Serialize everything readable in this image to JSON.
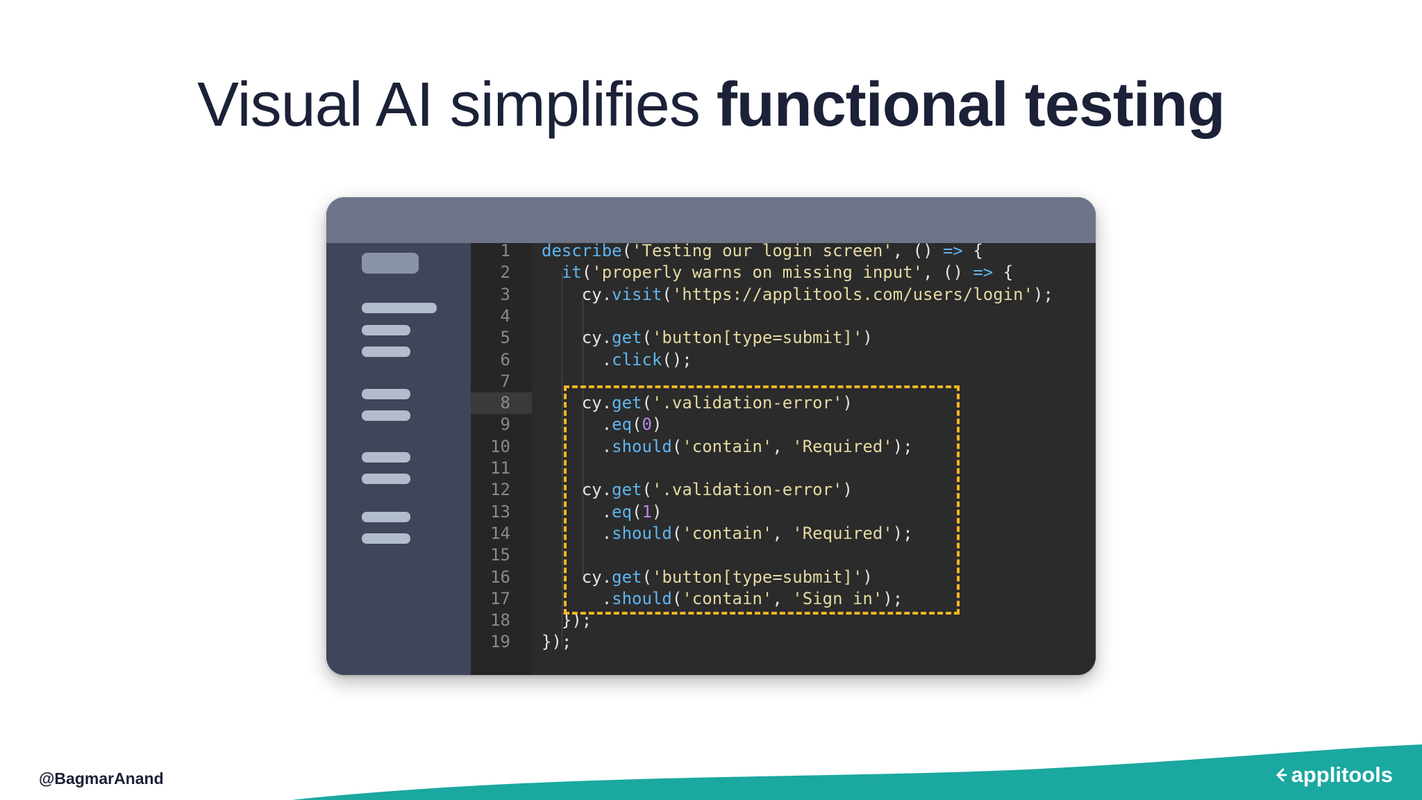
{
  "slide": {
    "title_light": "Visual AI simplifies ",
    "title_bold": "functional testing",
    "handle": "@BagmarAnand",
    "brand": "applitools"
  },
  "colors": {
    "title": "#1b2137",
    "highlight": "#f5b623",
    "wave": "#1aa8a0",
    "keyword": "#5fb5ef",
    "string": "#e5d9a2",
    "number": "#b58ae8"
  },
  "editor": {
    "current_line": 8,
    "lines": [
      {
        "n": "1",
        "tokens": [
          [
            "kw",
            "describe"
          ],
          [
            "p",
            "("
          ],
          [
            "s",
            "'Testing our login screen'"
          ],
          [
            "p",
            ", () "
          ],
          [
            "a",
            "=>"
          ],
          [
            "p",
            " {"
          ]
        ]
      },
      {
        "n": "2",
        "tokens": [
          [
            "p",
            "  "
          ],
          [
            "kw",
            "it"
          ],
          [
            "p",
            "("
          ],
          [
            "s",
            "'properly warns on missing input'"
          ],
          [
            "p",
            ", () "
          ],
          [
            "a",
            "=>"
          ],
          [
            "p",
            " {"
          ]
        ]
      },
      {
        "n": "3",
        "tokens": [
          [
            "p",
            "    cy."
          ],
          [
            "kw",
            "visit"
          ],
          [
            "p",
            "("
          ],
          [
            "s",
            "'https://applitools.com/users/login'"
          ],
          [
            "p",
            ");"
          ]
        ]
      },
      {
        "n": "4",
        "tokens": []
      },
      {
        "n": "5",
        "tokens": [
          [
            "p",
            "    cy."
          ],
          [
            "kw",
            "get"
          ],
          [
            "p",
            "("
          ],
          [
            "s",
            "'button[type=submit]'"
          ],
          [
            "p",
            ")"
          ]
        ]
      },
      {
        "n": "6",
        "tokens": [
          [
            "p",
            "      ."
          ],
          [
            "kw",
            "click"
          ],
          [
            "p",
            "();"
          ]
        ]
      },
      {
        "n": "7",
        "tokens": []
      },
      {
        "n": "8",
        "tokens": [
          [
            "p",
            "    cy."
          ],
          [
            "kw",
            "get"
          ],
          [
            "p",
            "("
          ],
          [
            "s",
            "'.validation-error'"
          ],
          [
            "p",
            ")"
          ]
        ]
      },
      {
        "n": "9",
        "tokens": [
          [
            "p",
            "      ."
          ],
          [
            "kw",
            "eq"
          ],
          [
            "p",
            "("
          ],
          [
            "num",
            "0"
          ],
          [
            "p",
            ")"
          ]
        ]
      },
      {
        "n": "10",
        "tokens": [
          [
            "p",
            "      ."
          ],
          [
            "kw",
            "should"
          ],
          [
            "p",
            "("
          ],
          [
            "s",
            "'contain'"
          ],
          [
            "p",
            ", "
          ],
          [
            "s",
            "'Required'"
          ],
          [
            "p",
            ");"
          ]
        ]
      },
      {
        "n": "11",
        "tokens": []
      },
      {
        "n": "12",
        "tokens": [
          [
            "p",
            "    cy."
          ],
          [
            "kw",
            "get"
          ],
          [
            "p",
            "("
          ],
          [
            "s",
            "'.validation-error'"
          ],
          [
            "p",
            ")"
          ]
        ]
      },
      {
        "n": "13",
        "tokens": [
          [
            "p",
            "      ."
          ],
          [
            "kw",
            "eq"
          ],
          [
            "p",
            "("
          ],
          [
            "num",
            "1"
          ],
          [
            "p",
            ")"
          ]
        ]
      },
      {
        "n": "14",
        "tokens": [
          [
            "p",
            "      ."
          ],
          [
            "kw",
            "should"
          ],
          [
            "p",
            "("
          ],
          [
            "s",
            "'contain'"
          ],
          [
            "p",
            ", "
          ],
          [
            "s",
            "'Required'"
          ],
          [
            "p",
            ");"
          ]
        ]
      },
      {
        "n": "15",
        "tokens": []
      },
      {
        "n": "16",
        "tokens": [
          [
            "p",
            "    cy."
          ],
          [
            "kw",
            "get"
          ],
          [
            "p",
            "("
          ],
          [
            "s",
            "'button[type=submit]'"
          ],
          [
            "p",
            ")"
          ]
        ]
      },
      {
        "n": "17",
        "tokens": [
          [
            "p",
            "      ."
          ],
          [
            "kw",
            "should"
          ],
          [
            "p",
            "("
          ],
          [
            "s",
            "'contain'"
          ],
          [
            "p",
            ", "
          ],
          [
            "s",
            "'Sign in'"
          ],
          [
            "p",
            ");"
          ]
        ]
      },
      {
        "n": "18",
        "tokens": [
          [
            "p",
            "  });"
          ]
        ]
      },
      {
        "n": "19",
        "tokens": [
          [
            "p",
            "});"
          ]
        ]
      }
    ]
  },
  "icons": {
    "sidebar": "sidebar-menu-lines-icon",
    "brand": "applitools-logo-icon"
  }
}
